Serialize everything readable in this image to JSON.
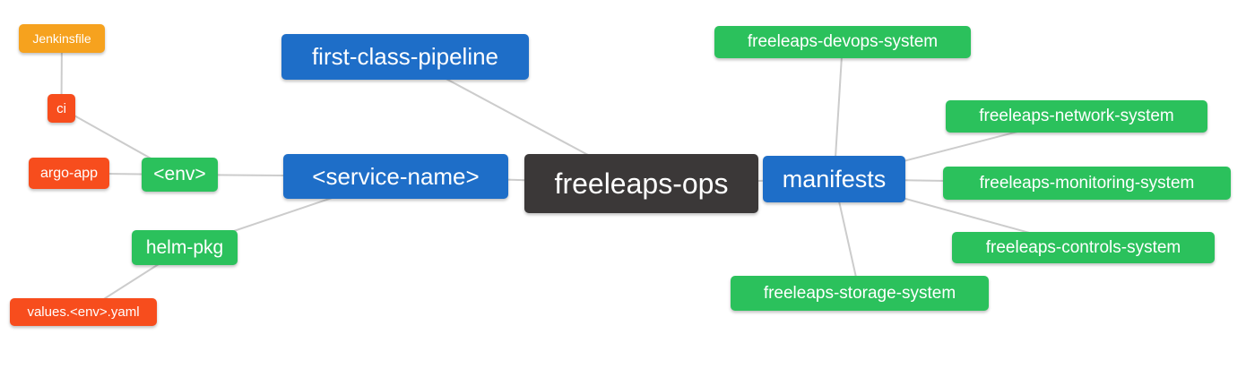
{
  "diagram": {
    "background": "#ffffff",
    "edge_color": "#cccccc",
    "edge_width": 2,
    "palette": {
      "blue": "#1e6ec8",
      "green": "#2bc15c",
      "orange": "#f6a21e",
      "red": "#f74d1d",
      "dark": "#3b3838"
    },
    "nodes": {
      "jenkinsfile": {
        "label": "Jenkinsfile",
        "color": "orange"
      },
      "ci": {
        "label": "ci",
        "color": "red"
      },
      "argo_app": {
        "label": "argo-app",
        "color": "red"
      },
      "env": {
        "label": "<env>",
        "color": "green"
      },
      "helm_pkg": {
        "label": "helm-pkg",
        "color": "green"
      },
      "values_yaml": {
        "label": "values.<env>.yaml",
        "color": "red"
      },
      "first_class_pipeline": {
        "label": "first-class-pipeline",
        "color": "blue"
      },
      "service_name": {
        "label": "<service-name>",
        "color": "blue"
      },
      "freeleaps_ops": {
        "label": "freeleaps-ops",
        "color": "dark"
      },
      "manifests": {
        "label": "manifests",
        "color": "blue"
      },
      "devops_system": {
        "label": "freeleaps-devops-system",
        "color": "green"
      },
      "network_system": {
        "label": "freeleaps-network-system",
        "color": "green"
      },
      "monitoring_system": {
        "label": "freeleaps-monitoring-system",
        "color": "green"
      },
      "controls_system": {
        "label": "freeleaps-controls-system",
        "color": "green"
      },
      "storage_system": {
        "label": "freeleaps-storage-system",
        "color": "green"
      }
    },
    "edges": [
      {
        "from": "jenkinsfile",
        "to": "ci"
      },
      {
        "from": "ci",
        "to": "env"
      },
      {
        "from": "argo_app",
        "to": "env"
      },
      {
        "from": "env",
        "to": "service_name"
      },
      {
        "from": "helm_pkg",
        "to": "service_name"
      },
      {
        "from": "values_yaml",
        "to": "helm_pkg"
      },
      {
        "from": "first_class_pipeline",
        "to": "freeleaps_ops"
      },
      {
        "from": "service_name",
        "to": "freeleaps_ops"
      },
      {
        "from": "freeleaps_ops",
        "to": "manifests"
      },
      {
        "from": "manifests",
        "to": "devops_system"
      },
      {
        "from": "manifests",
        "to": "network_system"
      },
      {
        "from": "manifests",
        "to": "monitoring_system"
      },
      {
        "from": "manifests",
        "to": "controls_system"
      },
      {
        "from": "manifests",
        "to": "storage_system"
      }
    ]
  }
}
